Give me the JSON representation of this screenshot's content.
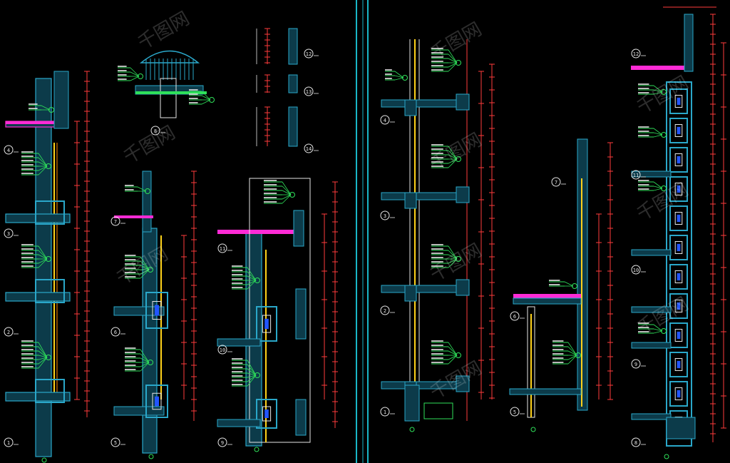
{
  "drawing": {
    "background": "#000000",
    "colors": {
      "dim": "#ff3b3b",
      "wall": "#2aa7c9",
      "wall_fill": "#0c3b4a",
      "magenta": "#ff2bd6",
      "green": "#2fe05a",
      "yellow": "#ffd21a",
      "orange": "#ff8a00",
      "white": "#e6e6e6",
      "blue": "#2255ff",
      "divider": "#19b7c8"
    },
    "left_sheet_labels": [
      "1",
      "2",
      "3",
      "4",
      "5",
      "6",
      "7",
      "8",
      "9",
      "10",
      "11",
      "12",
      "13",
      "14"
    ],
    "right_sheet_labels": [
      "1",
      "2",
      "3",
      "4",
      "5",
      "6",
      "7",
      "8",
      "9",
      "10",
      "11",
      "12"
    ],
    "watermark_text": "千图网"
  }
}
